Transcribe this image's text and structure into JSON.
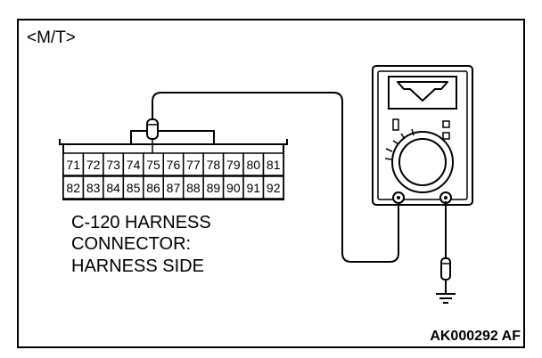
{
  "variant_label": "<M/T>",
  "connector": {
    "name_lines": [
      "C-120 HARNESS",
      "CONNECTOR:",
      "HARNESS SIDE"
    ],
    "top_row": [
      "71",
      "72",
      "73",
      "74",
      "75",
      "76",
      "77",
      "78",
      "79",
      "80",
      "81"
    ],
    "bottom_row": [
      "82",
      "83",
      "84",
      "85",
      "86",
      "87",
      "88",
      "89",
      "90",
      "91",
      "92"
    ],
    "probe_pin": "75"
  },
  "reference_code": "AK000292 AF",
  "icons": {
    "meter": "voltmeter-icon",
    "ground": "ground-symbol-icon"
  }
}
